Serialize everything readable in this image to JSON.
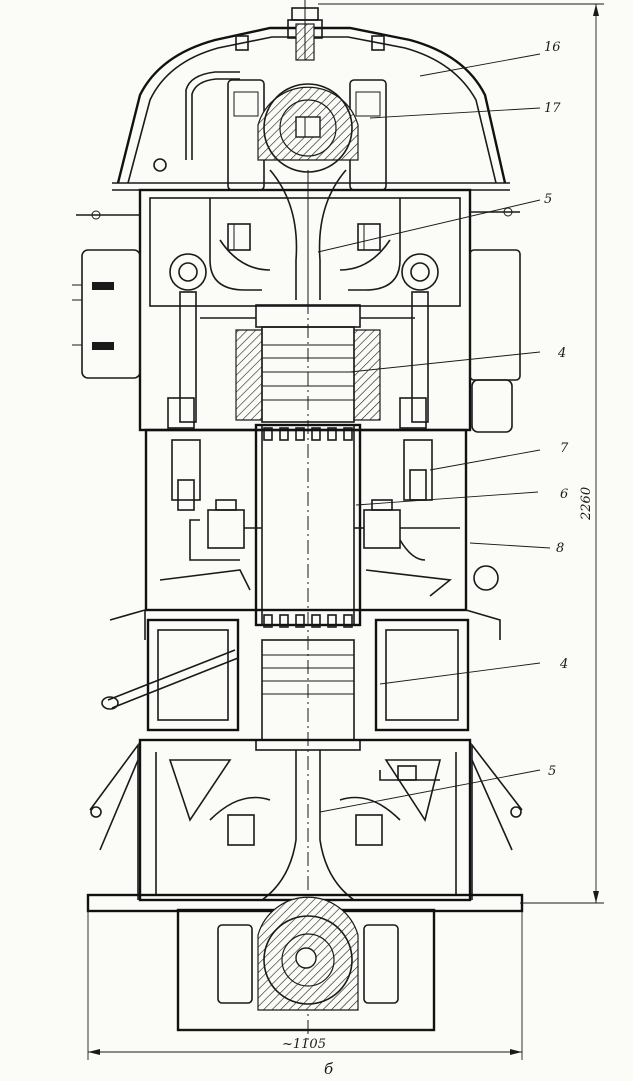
{
  "callouts": {
    "c16": "16",
    "c17": "17",
    "c5_top": "5",
    "c4_top": "4",
    "c7": "7",
    "c6": "6",
    "c8": "8",
    "c4_bottom": "4",
    "c5_bottom": "5"
  },
  "dimensions": {
    "height": "2260",
    "width": "~1105"
  },
  "view_label": "б"
}
